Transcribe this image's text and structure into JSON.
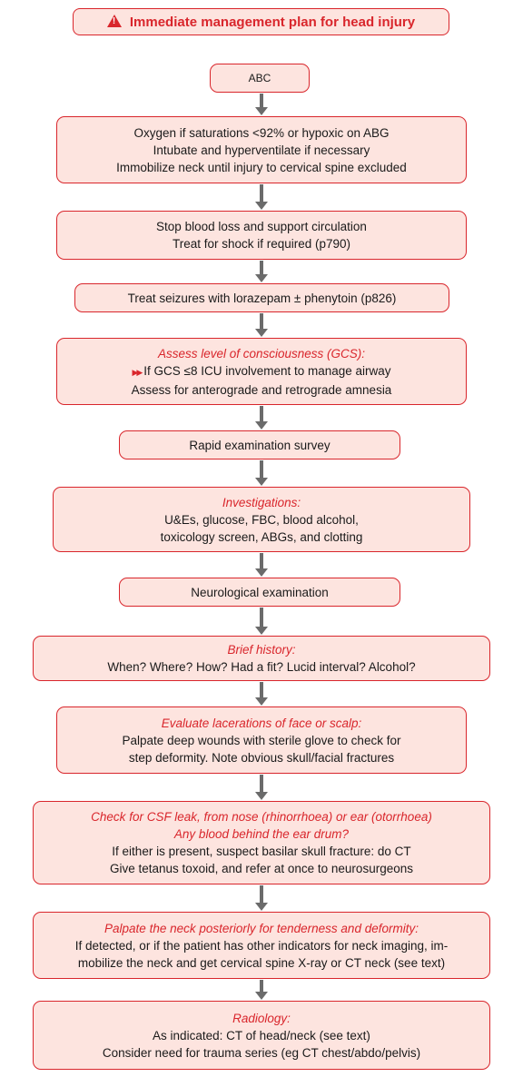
{
  "title": "Immediate management plan for head injury",
  "boxes": {
    "abc": {
      "lines": [
        "ABC"
      ]
    },
    "oxygen": {
      "lines": [
        "Oxygen if saturations <92% or hypoxic on ABG",
        "Intubate and hyperventilate if necessary",
        "Immobilize neck until injury to cervical spine excluded"
      ]
    },
    "blood": {
      "lines": [
        "Stop blood loss and support circulation",
        "Treat for shock if required (p790)"
      ]
    },
    "seizures": {
      "lines": [
        "Treat seizures with lorazepam ± phenytoin (p826)"
      ]
    },
    "consciousness": {
      "heading": "Assess level of consciousness (GCS):",
      "lines": [
        "If GCS ≤8 ICU involvement to manage airway",
        "Assess for anterograde and retrograde amnesia"
      ]
    },
    "survey": {
      "lines": [
        "Rapid examination survey"
      ]
    },
    "investigations": {
      "heading": "Investigations:",
      "lines": [
        "U&Es, glucose, FBC, blood alcohol,",
        "toxicology screen, ABGs, and clotting"
      ]
    },
    "neuro": {
      "lines": [
        "Neurological examination"
      ]
    },
    "history": {
      "heading": "Brief history:",
      "lines": [
        "When? Where? How? Had a fit? Lucid interval? Alcohol?"
      ]
    },
    "lacerations": {
      "heading": "Evaluate lacerations of face or scalp:",
      "lines": [
        "Palpate deep wounds with sterile glove to check for",
        "step deformity. Note obvious skull/facial fractures"
      ]
    },
    "csf": {
      "heading1": "Check for CSF leak, from nose (rhinorrhoea) or ear (otorrhoea)",
      "heading2": "Any blood behind the ear drum?",
      "lines": [
        "If either is present, suspect basilar skull fracture: do CT",
        "Give tetanus toxoid, and refer at once to neurosurgeons"
      ]
    },
    "neck": {
      "heading": "Palpate the neck posteriorly for tenderness and deformity:",
      "lines": [
        "If detected, or if the patient has other indicators for neck imaging, im-",
        "mobilize the neck and get cervical spine X-ray or CT neck (see text)"
      ]
    },
    "radiology": {
      "heading": "Radiology:",
      "lines": [
        "As indicated: CT of head/neck (see text)",
        "Consider need for trauma series (eg CT chest/abdo/pelvis)"
      ]
    }
  },
  "colors": {
    "accent": "#d9262c",
    "box_fill": "#fde4df",
    "arrow": "#6b6b6b"
  }
}
